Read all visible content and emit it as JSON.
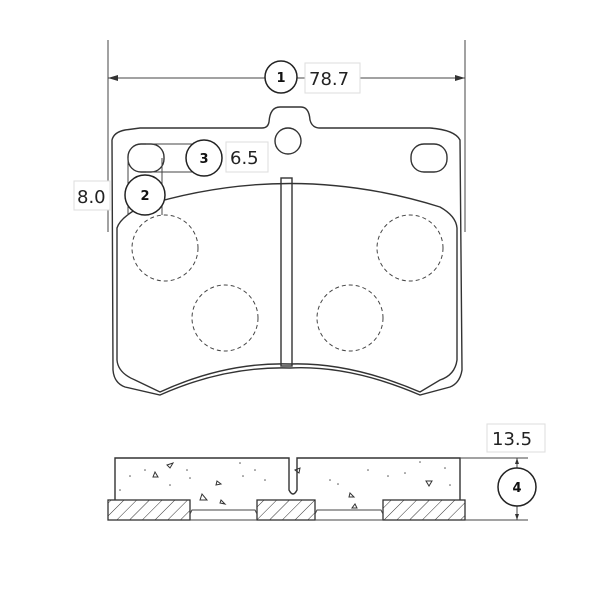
{
  "title": "Brake pad dimension drawing",
  "callouts": [
    {
      "id": "1",
      "label": "1",
      "value": "78.7"
    },
    {
      "id": "2",
      "label": "2",
      "value": "8.0"
    },
    {
      "id": "3",
      "label": "3",
      "value": "6.5"
    },
    {
      "id": "4",
      "label": "4",
      "value": "13.5"
    }
  ],
  "colors": {
    "line": "#333333",
    "background": "#ffffff"
  }
}
